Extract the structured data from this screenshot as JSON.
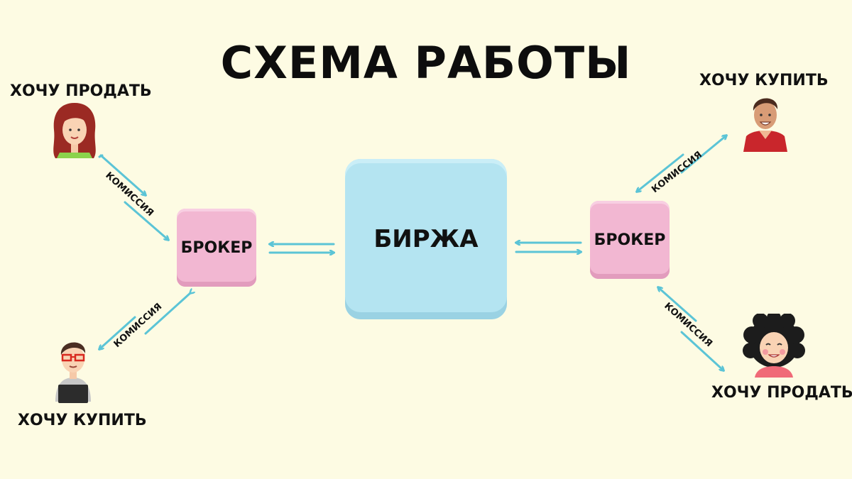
{
  "title": "СХЕМА РАБОТЫ",
  "exchange": {
    "label": "БИРЖА"
  },
  "brokers": [
    {
      "label": "БРОКЕР"
    },
    {
      "label": "БРОКЕР"
    }
  ],
  "participants": {
    "left_top": {
      "label": "ХОЧУ ПРОДАТЬ",
      "icon": "woman-red-hair-icon"
    },
    "left_bottom": {
      "label": "ХОЧУ КУПИТЬ",
      "icon": "man-with-glasses-laptop-icon"
    },
    "right_top": {
      "label": "ХОЧУ КУПИТЬ",
      "icon": "man-red-shirt-icon"
    },
    "right_bottom": {
      "label": "ХОЧУ ПРОДАТЬ",
      "icon": "woman-curly-hair-icon"
    }
  },
  "edges": {
    "commission_label": "КОМИССИЯ"
  },
  "colors": {
    "background": "#fdfbe3",
    "exchange": "#b4e4f1",
    "broker": "#f2b7d2",
    "arrow": "#5bc4d6"
  }
}
